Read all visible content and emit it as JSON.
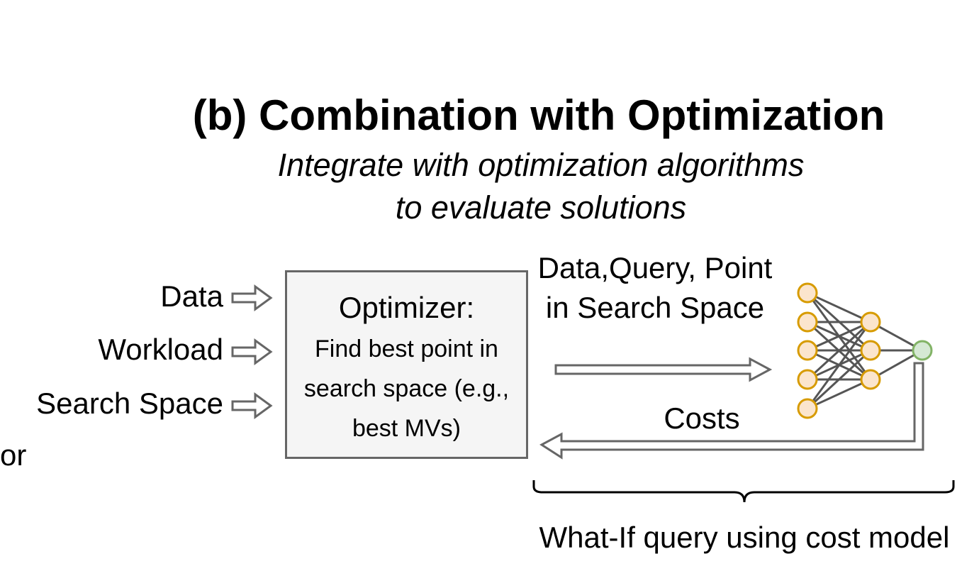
{
  "title": "(b) Combination with Optimization",
  "subtitle": "Integrate with optimization algorithms to evaluate solutions",
  "inputs": [
    "Data",
    "Workload",
    "Search Space"
  ],
  "edge_text": "or",
  "optimizer": {
    "title": "Optimizer:",
    "description": "Find best point in search space (e.g., best MVs)"
  },
  "forward_arrow_label": "Data,Query, Point in Search Space",
  "return_arrow_label": "Costs",
  "brace_label": "What-If query using cost model",
  "icons": {
    "network": "neural-network-icon"
  },
  "colors": {
    "neuron_fill": "#fbe5cd",
    "neuron_stroke": "#d79b00",
    "output_fill": "#d5e8d4",
    "output_stroke": "#82b366",
    "box_fill": "#f5f5f5",
    "box_stroke": "#666666"
  }
}
